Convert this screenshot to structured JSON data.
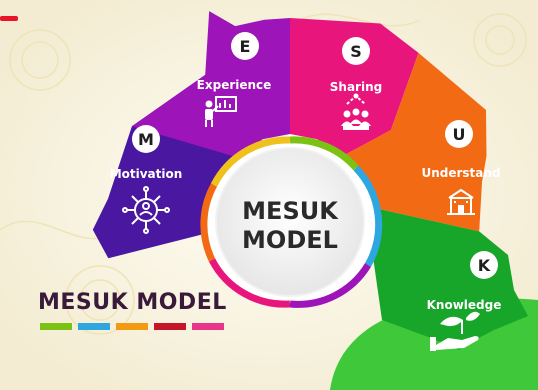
{
  "center": {
    "line1": "MESUK",
    "line2": "MODEL"
  },
  "brand": "MESUK MODEL",
  "segments": [
    {
      "letter": "M",
      "label": "Motivation",
      "icon": "network-person-icon",
      "color": "#4a17a0"
    },
    {
      "letter": "E",
      "label": "Experience",
      "icon": "presentation-icon",
      "color": "#9d14b8"
    },
    {
      "letter": "S",
      "label": "Sharing",
      "icon": "group-sharing-icon",
      "color": "#e8167c"
    },
    {
      "letter": "U",
      "label": "Understand",
      "icon": "school-building-icon",
      "color": "#f26a14"
    },
    {
      "letter": "K",
      "label": "Knowledge",
      "icon": "hand-plant-icon",
      "color": "#17a62a"
    }
  ],
  "legend_colors": [
    "#7cc214",
    "#2ea7e0",
    "#f29a12",
    "#c41628",
    "#e8358a"
  ]
}
